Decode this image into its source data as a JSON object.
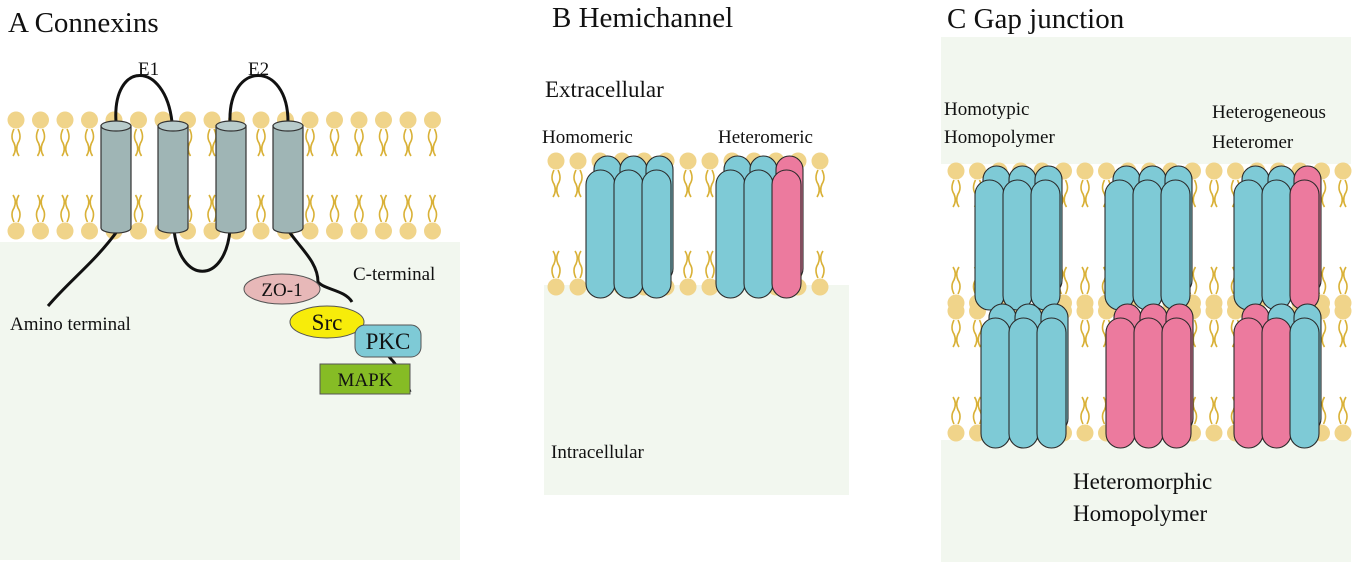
{
  "panels": {
    "a": {
      "title": "A Connexins",
      "loop1": "E1",
      "loop2": "E2",
      "amino": "Amino terminal",
      "cterm": "C-terminal",
      "zo1": "ZO-1",
      "src": "Src",
      "pkc": "PKC",
      "mapk": "MAPK"
    },
    "b": {
      "title": "B Hemichannel",
      "extracellular": "Extracellular",
      "intracellular": "Intracellular",
      "homomeric": "Homomeric",
      "heteromeric": "Heteromeric"
    },
    "c": {
      "title": "C Gap junction",
      "homotypic_1": "Homotypic",
      "homotypic_2": "Homopolymer",
      "heterogeneous_1": "Heterogeneous",
      "heterogeneous_2": "Heteromer",
      "heteromorphic_1": "Heteromorphic",
      "heteromorphic_2": "Homopolymer"
    }
  },
  "colors": {
    "cyan": "#7ecad6",
    "pink": "#ec7a9e",
    "gray_helix": "#9fb5b5",
    "lipid_head": "#f0d48a",
    "lipid_tail": "#d9b137",
    "background_tint": "#f2f7ef",
    "zo1": "#e7b8b8",
    "src": "#f7ec0a",
    "pkc": "#7ecad6",
    "mapk": "#86bc25"
  }
}
